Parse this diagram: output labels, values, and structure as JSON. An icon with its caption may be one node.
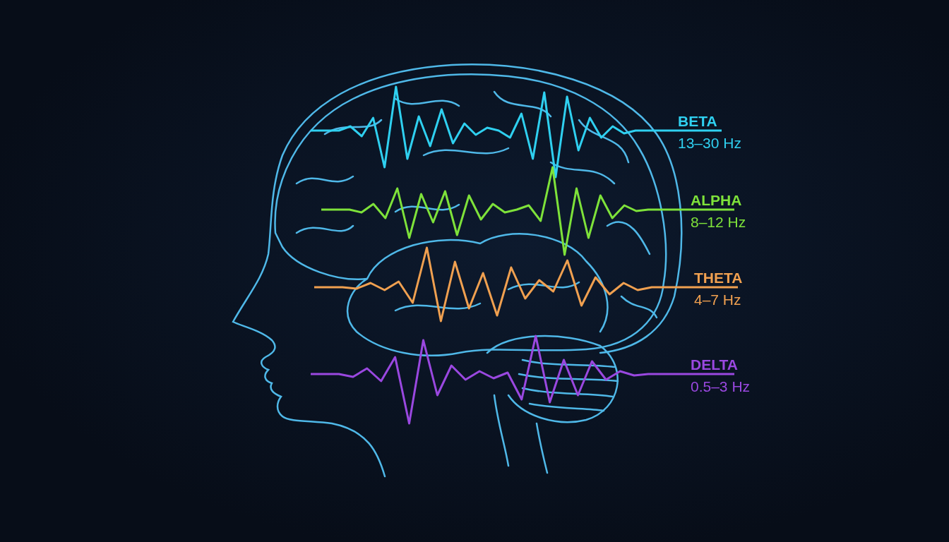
{
  "diagram": {
    "labels": [
      "BETA",
      "13–30 Hz",
      "ALPHA",
      "8–12 Hz",
      "THETA",
      "4–7 Hz",
      "DELTA",
      "0.5–3 Hz"
    ]
  }
}
